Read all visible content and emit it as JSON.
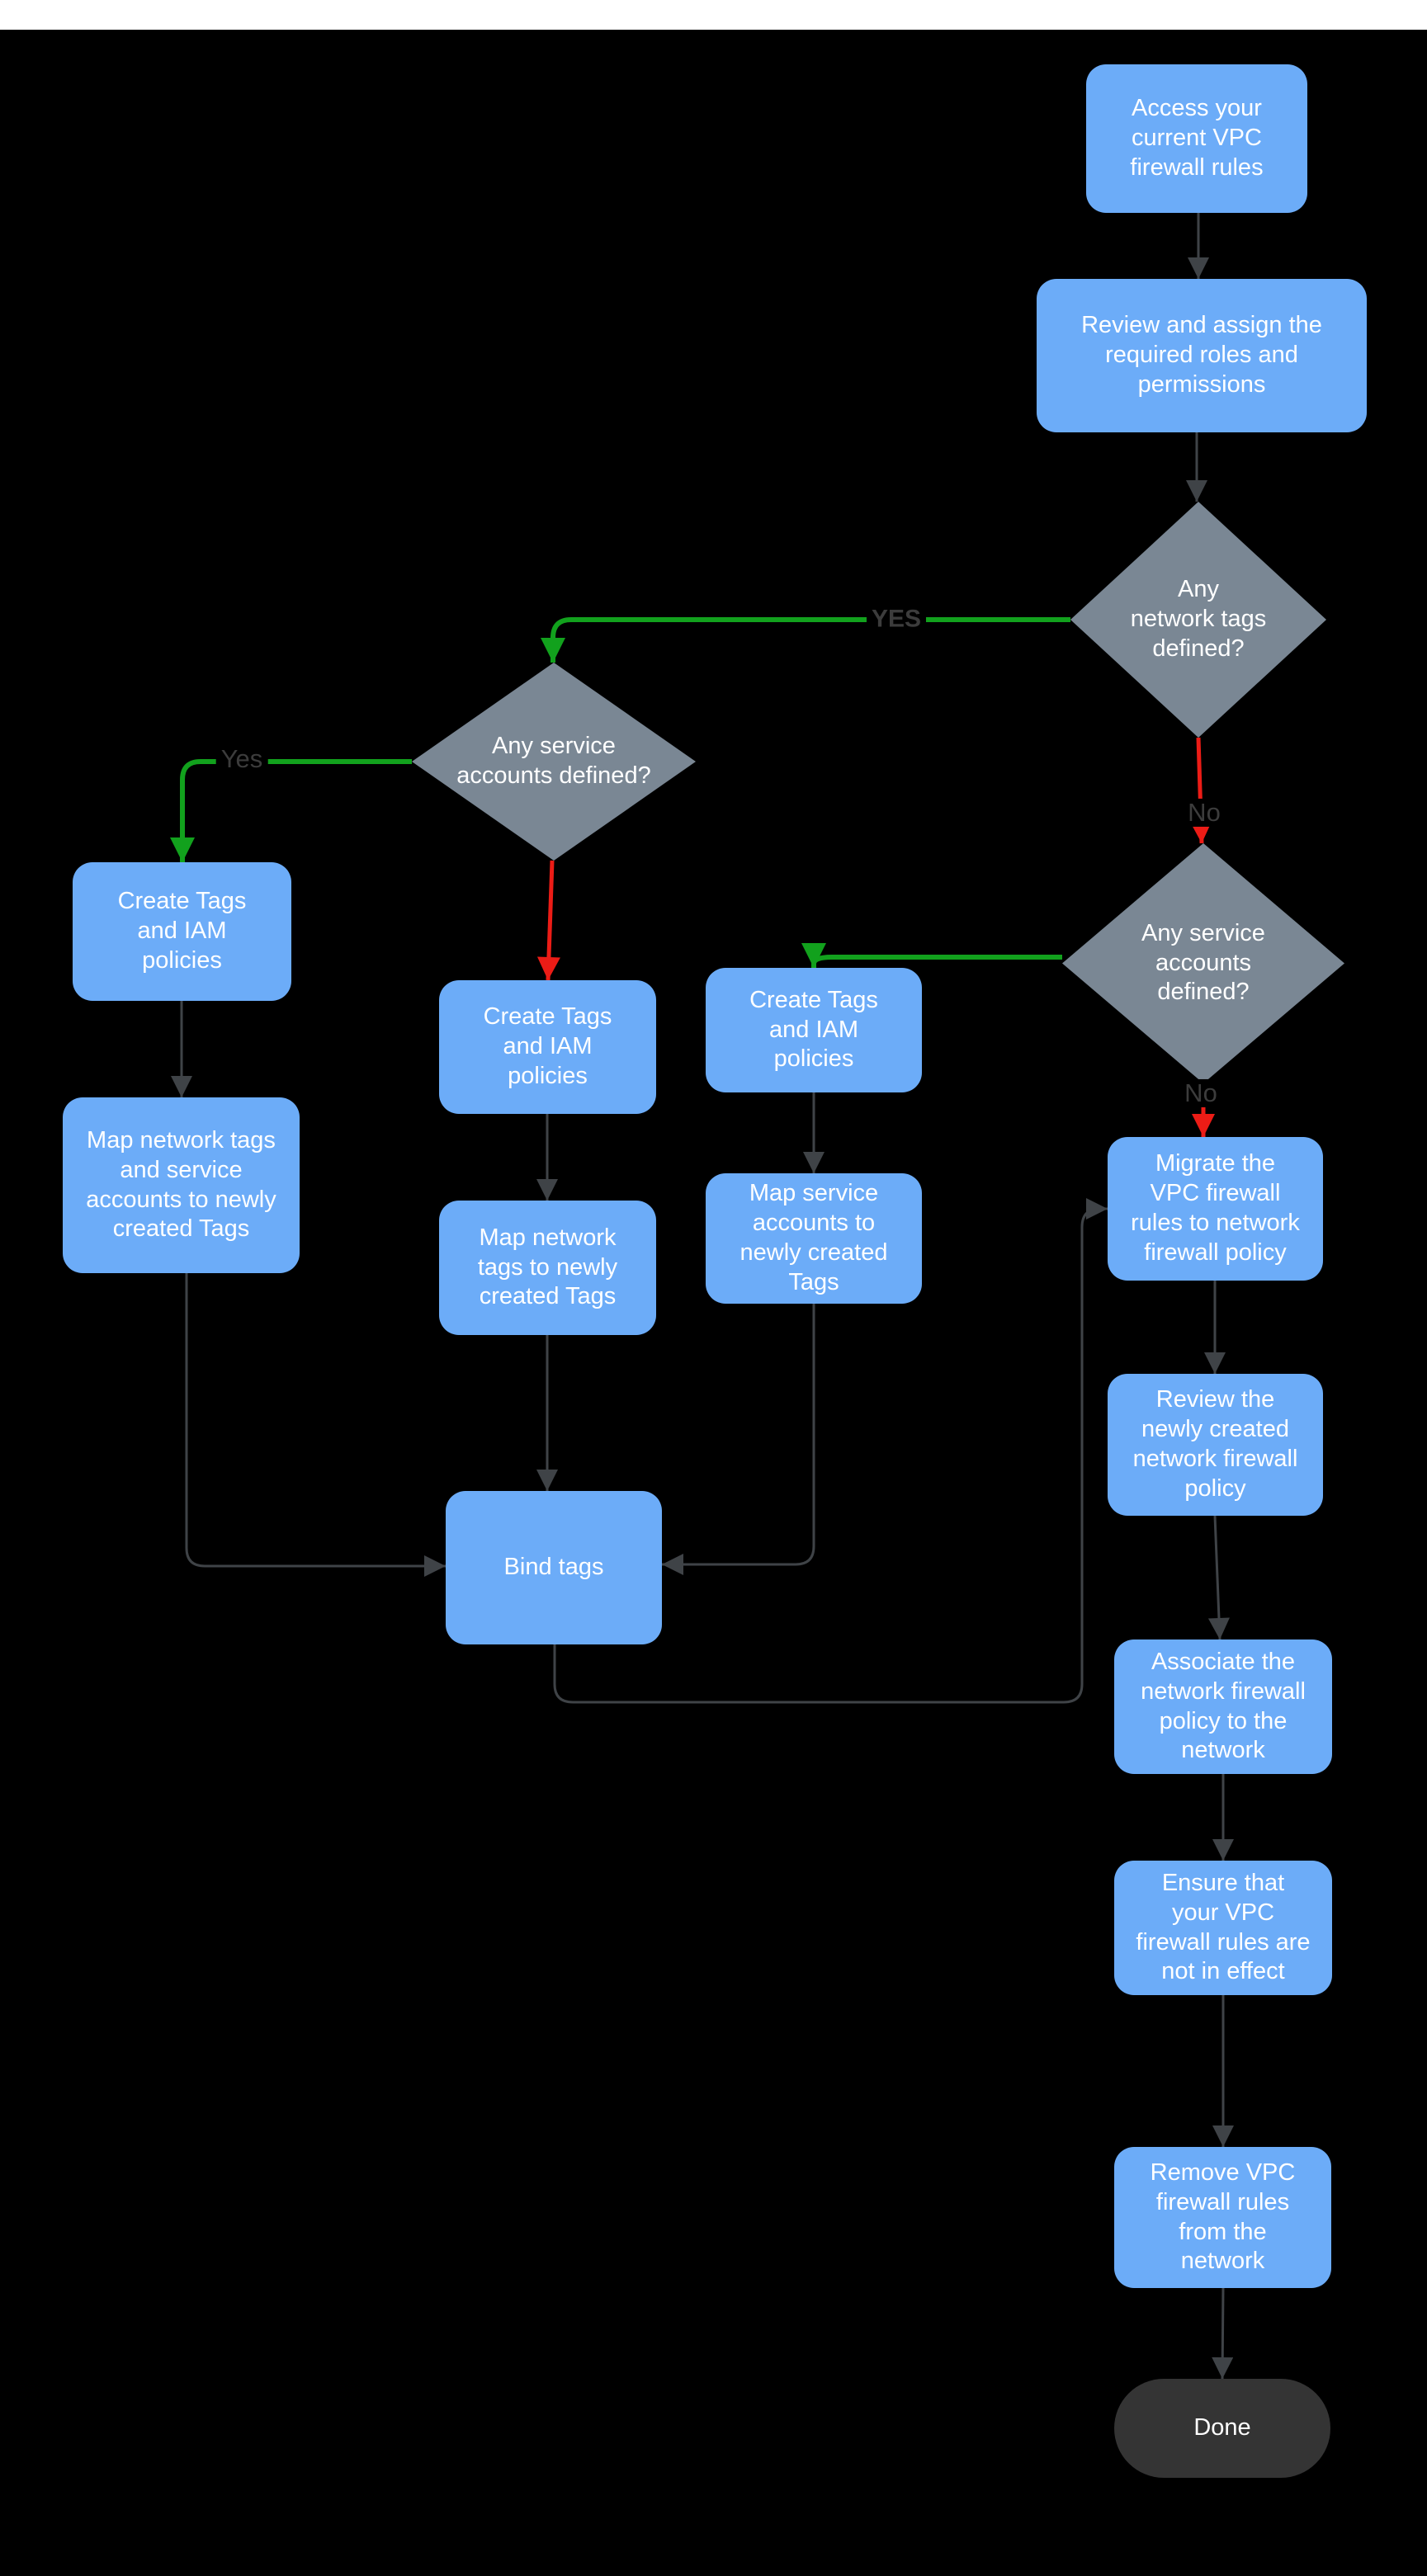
{
  "colors": {
    "background": "#000000",
    "top_bar": "#ffffff",
    "node_blue": "#6CACF8",
    "diamond_gray": "#7A8794",
    "terminal_gray": "#343434",
    "edge_gray": "#3F4347",
    "edge_green": "#12A11D",
    "edge_red": "#EC1C16",
    "label_text": "#3C3C3C",
    "node_text": "#FFFFFF"
  },
  "nodes": {
    "access": {
      "label": "Access your\ncurrent VPC\nfirewall rules"
    },
    "review_roles": {
      "label": "Review and assign the\nrequired roles and\npermissions"
    },
    "network_tags_decision": {
      "label": "Any\nnetwork tags\ndefined?"
    },
    "service_accounts_decision_left": {
      "label": "Any service\naccounts defined?"
    },
    "service_accounts_decision_right": {
      "label": "Any service\naccounts\ndefined?"
    },
    "create_tags_left": {
      "label": "Create Tags\nand IAM\npolicies"
    },
    "create_tags_mid": {
      "label": "Create Tags\nand IAM\npolicies"
    },
    "create_tags_right": {
      "label": "Create Tags\nand IAM\npolicies"
    },
    "map_left": {
      "label": "Map network tags\nand service\naccounts to newly\ncreated Tags"
    },
    "map_mid": {
      "label": "Map network\ntags to newly\ncreated Tags"
    },
    "map_right": {
      "label": "Map service\naccounts  to\nnewly created\nTags"
    },
    "bind_tags": {
      "label": "Bind tags"
    },
    "migrate": {
      "label": "Migrate the\nVPC firewall\nrules to network\nfirewall policy"
    },
    "review_policy": {
      "label": "Review the\nnewly created\nnetwork firewall\npolicy"
    },
    "associate": {
      "label": "Associate the\nnetwork firewall\npolicy to the\nnetwork"
    },
    "ensure": {
      "label": "Ensure that\nyour VPC\nfirewall rules are\nnot in effect"
    },
    "remove": {
      "label": "Remove  VPC\nfirewall rules\nfrom the\nnetwork"
    },
    "done": {
      "label": "Done"
    }
  },
  "edge_labels": {
    "yes_upper": "YES",
    "yes_left": "Yes",
    "no_upper": "No",
    "no_lower": "No"
  }
}
